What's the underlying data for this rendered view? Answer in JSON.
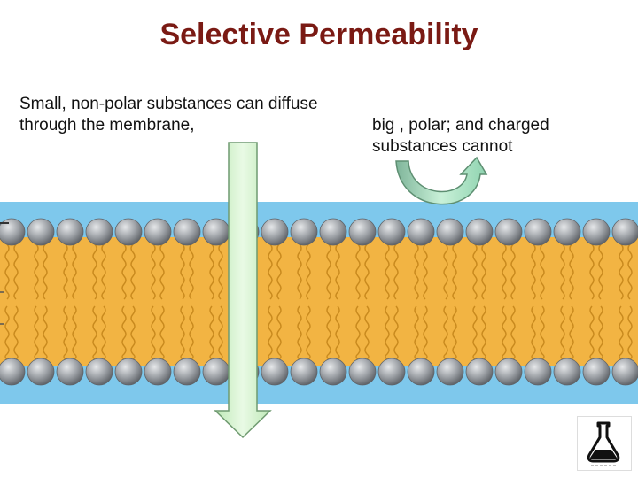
{
  "slide": {
    "title": "Selective Permeability",
    "left_caption": "Small, non-polar substances can diffuse through the membrane,",
    "right_caption": "big , polar; and charged substances cannot"
  },
  "diagram": {
    "colors": {
      "water": "#7ec8ec",
      "tails": "#f2b443",
      "tail_stroke": "#c98a1e",
      "head_fill": "#9ea2a7",
      "head_dark": "#5f6368",
      "down_arrow_fill": "#d9f5d3",
      "down_arrow_stroke": "#6f9a70",
      "bounce_arrow_fill": "#a8e4c0",
      "bounce_arrow_stroke": "#5e8f72",
      "title": "#7a1a14"
    },
    "icons": [
      "flask-icon",
      "down-arrow",
      "bounce-arrow"
    ]
  }
}
